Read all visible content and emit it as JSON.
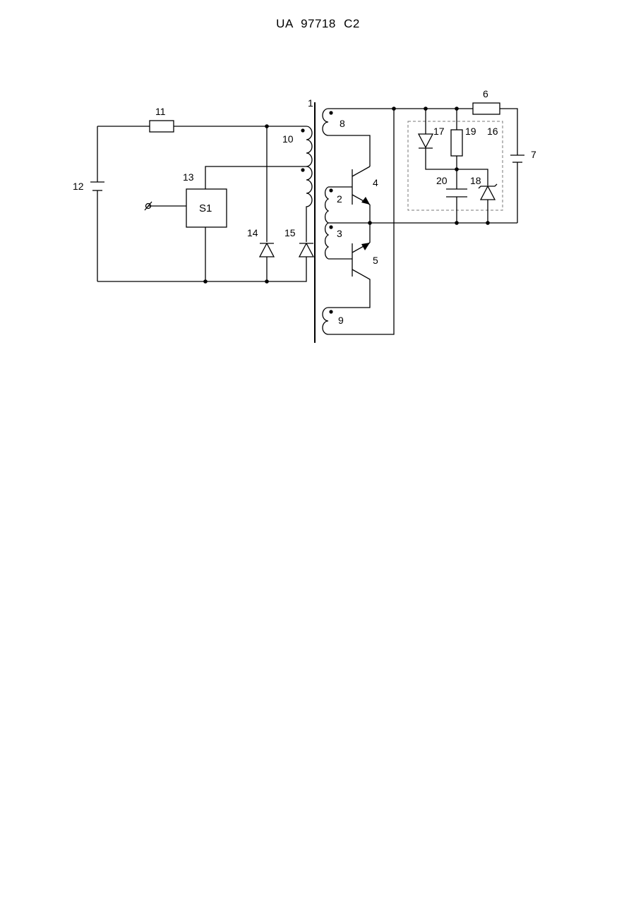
{
  "document": {
    "header": "UA   97718   C2"
  },
  "diagram": {
    "labels": {
      "core": "1",
      "winding_2": "2",
      "winding_3": "3",
      "transistor_4": "4",
      "transistor_5": "5",
      "resistor_6": "6",
      "battery_7": "7",
      "winding_8": "8",
      "winding_9": "9",
      "winding_10": "10",
      "resistor_11": "11",
      "battery_12": "12",
      "switch_13": "13",
      "diode_14": "14",
      "diode_15": "15",
      "block_16": "16",
      "diode_17": "17",
      "zener_18": "18",
      "resistor_19": "19",
      "capacitor_20": "20",
      "switch_box": "S1"
    }
  }
}
